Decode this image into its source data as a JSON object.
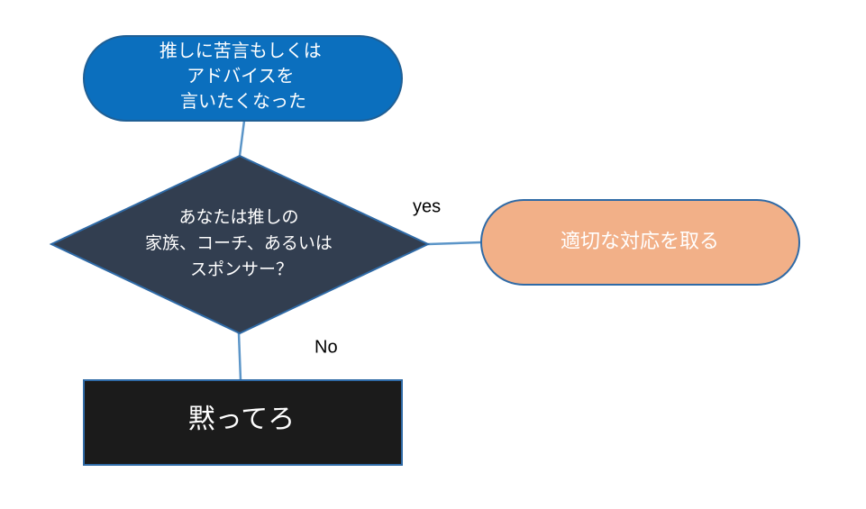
{
  "colors": {
    "start_fill": "#0b6fbe",
    "start_stroke": "#1f5f95",
    "decision_fill": "#323e50",
    "decision_stroke": "#2f6aa6",
    "action_fill": "#f2b088",
    "action_stroke": "#2f6aa6",
    "end_fill": "#1b1b1b",
    "end_stroke": "#2f6aa6",
    "connector": "#5b95c8"
  },
  "nodes": {
    "start": {
      "shape": "terminator",
      "lines": [
        "推しに苦言もしくは",
        "アドバイスを",
        "言いたくなった"
      ]
    },
    "decision": {
      "shape": "diamond",
      "lines": [
        "あなたは推しの",
        "家族、コーチ、あるいは",
        "スポンサー？"
      ]
    },
    "action": {
      "shape": "terminator",
      "lines": [
        "適切な対応を取る"
      ]
    },
    "end": {
      "shape": "rectangle",
      "lines": [
        "黙ってろ"
      ]
    }
  },
  "edges": {
    "start_to_decision": {
      "label": ""
    },
    "decision_to_action": {
      "label": "yes"
    },
    "decision_to_end": {
      "label": "No"
    }
  }
}
